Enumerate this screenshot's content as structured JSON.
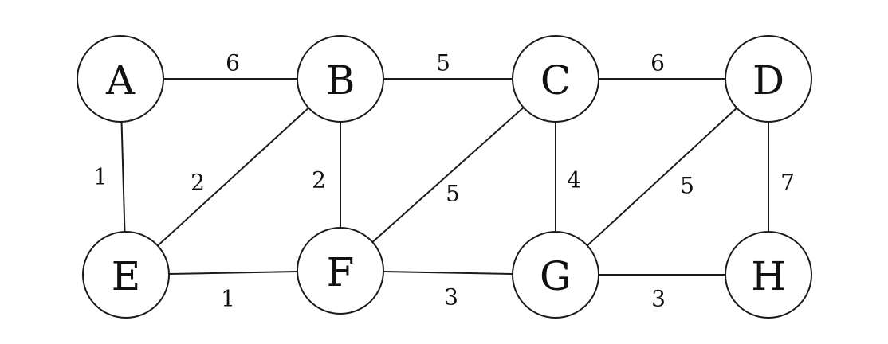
{
  "nodes": [
    {
      "id": "A",
      "label": "A"
    },
    {
      "id": "B",
      "label": "B"
    },
    {
      "id": "C",
      "label": "C"
    },
    {
      "id": "D",
      "label": "D"
    },
    {
      "id": "E",
      "label": "E"
    },
    {
      "id": "F",
      "label": "F"
    },
    {
      "id": "G",
      "label": "G"
    },
    {
      "id": "H",
      "label": "H"
    }
  ],
  "edges": [
    {
      "from": "A",
      "to": "B",
      "weight": "6"
    },
    {
      "from": "B",
      "to": "C",
      "weight": "5"
    },
    {
      "from": "C",
      "to": "D",
      "weight": "6"
    },
    {
      "from": "A",
      "to": "E",
      "weight": "1"
    },
    {
      "from": "E",
      "to": "B",
      "weight": "2"
    },
    {
      "from": "B",
      "to": "F",
      "weight": "2"
    },
    {
      "from": "F",
      "to": "C",
      "weight": "5"
    },
    {
      "from": "C",
      "to": "G",
      "weight": "4"
    },
    {
      "from": "G",
      "to": "D",
      "weight": "5"
    },
    {
      "from": "D",
      "to": "H",
      "weight": "7"
    },
    {
      "from": "E",
      "to": "F",
      "weight": "1"
    },
    {
      "from": "F",
      "to": "G",
      "weight": "3"
    },
    {
      "from": "G",
      "to": "H",
      "weight": "3"
    }
  ]
}
